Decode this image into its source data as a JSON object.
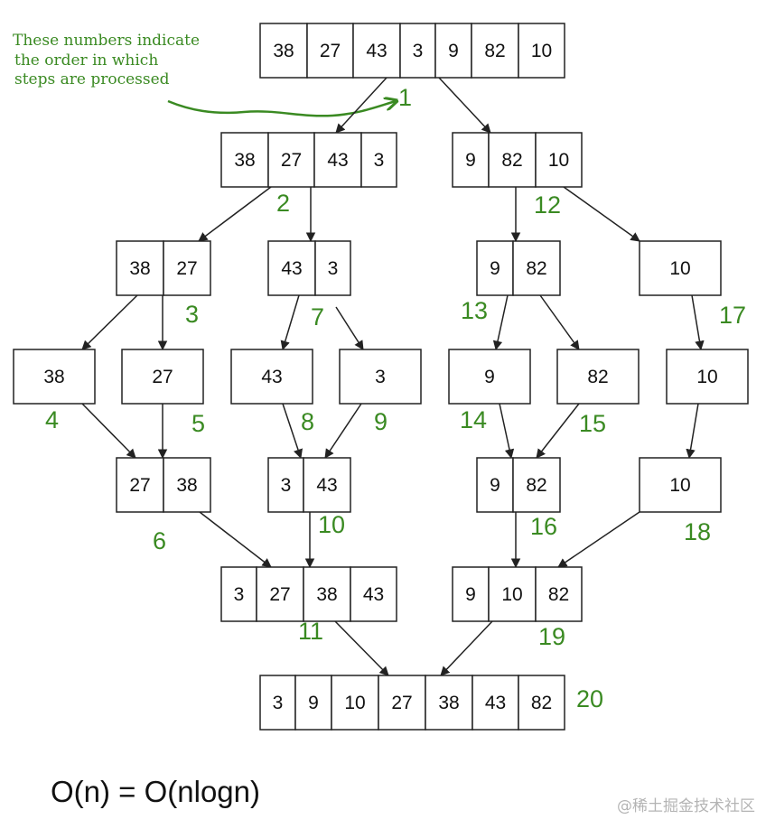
{
  "annotation": {
    "lines": [
      "These numbers indicate",
      "the order in which",
      "steps are processed"
    ],
    "pointer_label": "1"
  },
  "colors": {
    "annotation": "#3a8a22",
    "box_stroke": "#222222",
    "text": "#111111"
  },
  "nodes": [
    {
      "id": "n1",
      "values": [
        "38",
        "27",
        "43",
        "3",
        "9",
        "82",
        "10"
      ],
      "step": "1"
    },
    {
      "id": "n2",
      "values": [
        "38",
        "27",
        "43",
        "3"
      ],
      "step": "2"
    },
    {
      "id": "n12",
      "values": [
        "9",
        "82",
        "10"
      ],
      "step": "12"
    },
    {
      "id": "n3",
      "values": [
        "38",
        "27"
      ],
      "step": "3"
    },
    {
      "id": "n7",
      "values": [
        "43",
        "3"
      ],
      "step": "7"
    },
    {
      "id": "n13",
      "values": [
        "9",
        "82"
      ],
      "step": "13"
    },
    {
      "id": "n17",
      "values": [
        "10"
      ],
      "step": "17"
    },
    {
      "id": "n4",
      "values": [
        "38"
      ],
      "step": "4"
    },
    {
      "id": "n5",
      "values": [
        "27"
      ],
      "step": "5"
    },
    {
      "id": "n8",
      "values": [
        "43"
      ],
      "step": "8"
    },
    {
      "id": "n9",
      "values": [
        "3"
      ],
      "step": "9"
    },
    {
      "id": "n14",
      "values": [
        "9"
      ],
      "step": "14"
    },
    {
      "id": "n15",
      "values": [
        "82"
      ],
      "step": "15"
    },
    {
      "id": "n18",
      "values": [
        "10"
      ],
      "step": "18"
    },
    {
      "id": "n6",
      "values": [
        "27",
        "38"
      ],
      "step": "6"
    },
    {
      "id": "n10",
      "values": [
        "3",
        "43"
      ],
      "step": "10"
    },
    {
      "id": "n16",
      "values": [
        "9",
        "82"
      ],
      "step": "16"
    },
    {
      "id": "n11",
      "values": [
        "3",
        "27",
        "38",
        "43"
      ],
      "step": "11"
    },
    {
      "id": "n19",
      "values": [
        "9",
        "10",
        "82"
      ],
      "step": "19"
    },
    {
      "id": "n20",
      "values": [
        "3",
        "9",
        "10",
        "27",
        "38",
        "43",
        "82"
      ],
      "step": "20"
    }
  ],
  "edges": [
    [
      "n1",
      "n2"
    ],
    [
      "n1",
      "n12"
    ],
    [
      "n2",
      "n3"
    ],
    [
      "n2",
      "n7"
    ],
    [
      "n12",
      "n13"
    ],
    [
      "n12",
      "n17"
    ],
    [
      "n3",
      "n4"
    ],
    [
      "n3",
      "n5"
    ],
    [
      "n7",
      "n8"
    ],
    [
      "n7",
      "n9"
    ],
    [
      "n13",
      "n14"
    ],
    [
      "n13",
      "n15"
    ],
    [
      "n17",
      "n18"
    ],
    [
      "n4",
      "n6"
    ],
    [
      "n5",
      "n6"
    ],
    [
      "n8",
      "n10"
    ],
    [
      "n9",
      "n10"
    ],
    [
      "n14",
      "n16"
    ],
    [
      "n15",
      "n16"
    ],
    [
      "n6",
      "n11"
    ],
    [
      "n10",
      "n11"
    ],
    [
      "n16",
      "n19"
    ],
    [
      "n18",
      "n19"
    ],
    [
      "n11",
      "n20"
    ],
    [
      "n19",
      "n20"
    ]
  ],
  "formula": "O(n) = O(nlogn)",
  "watermark": "@稀土掘金技术社区"
}
